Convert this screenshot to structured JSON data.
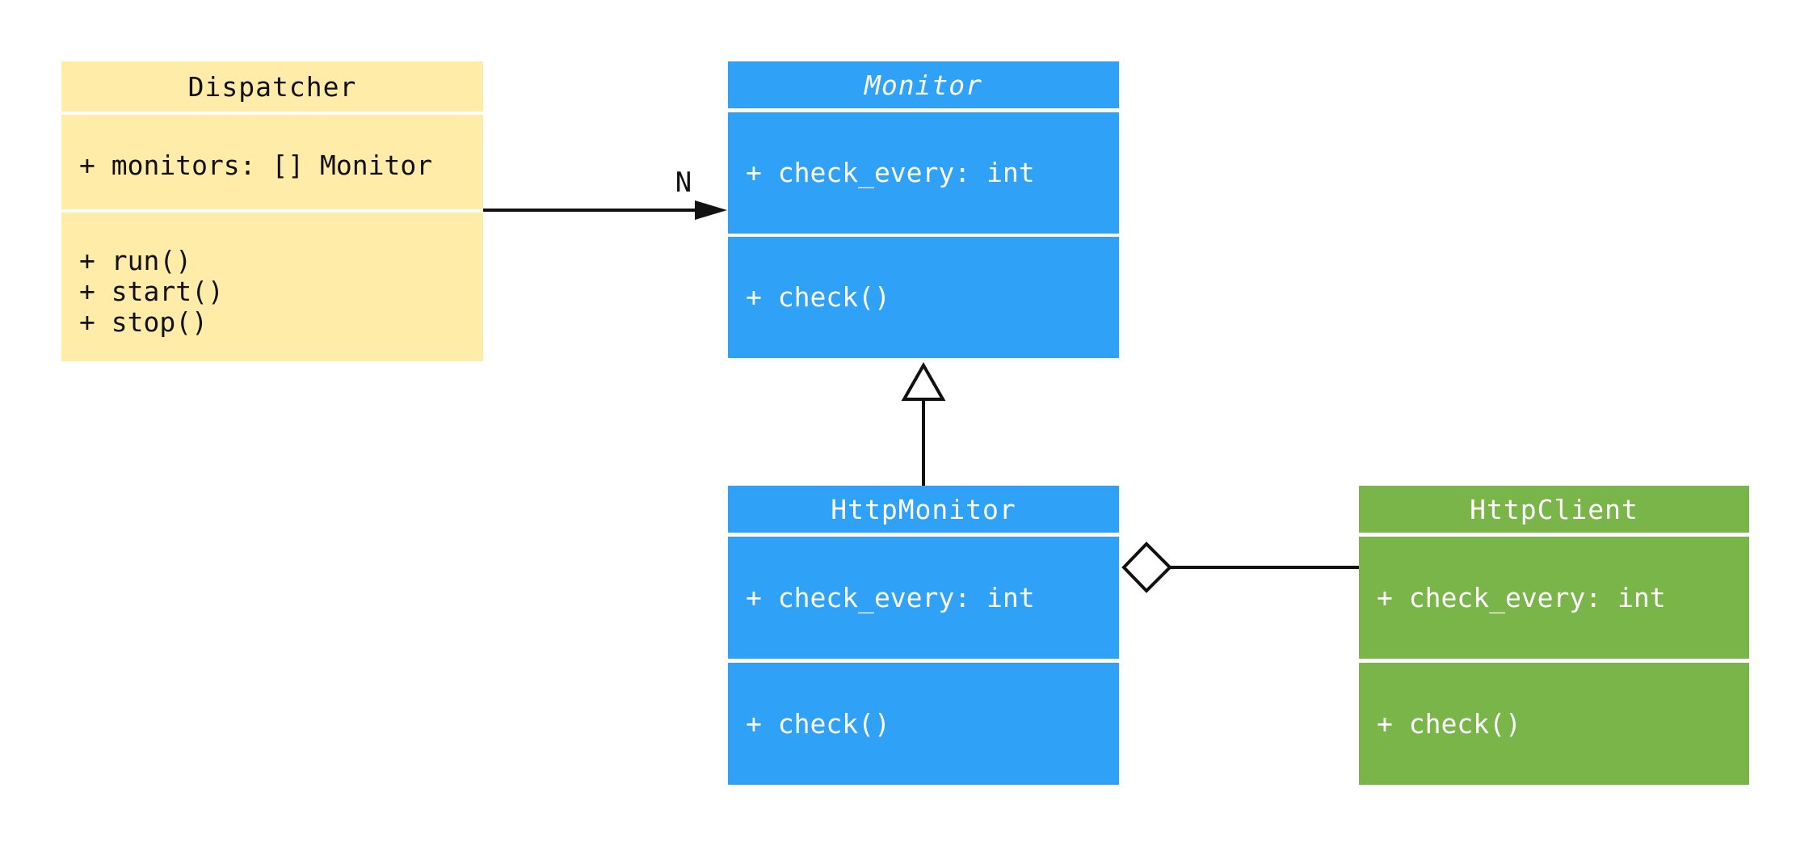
{
  "diagram": {
    "type": "uml-class-diagram",
    "background": "#ffffff",
    "line_color": "#111111",
    "classes": [
      {
        "name": "Dispatcher",
        "abstract": false,
        "attributes": [
          "+ monitors: [] Monitor"
        ],
        "methods": [
          "+ run()",
          "+ start()",
          "+ stop()"
        ],
        "colors": {
          "fill": "#FFECA8",
          "text": "#111111"
        }
      },
      {
        "name": "Monitor",
        "abstract": true,
        "attributes": [
          "+ check_every: int"
        ],
        "methods": [
          "+ check()"
        ],
        "colors": {
          "fill": "#2FA2F8",
          "text": "#ffffff"
        }
      },
      {
        "name": "HttpMonitor",
        "abstract": false,
        "attributes": [
          "+ check_every: int"
        ],
        "methods": [
          "+ check()"
        ],
        "colors": {
          "fill": "#2FA2F8",
          "text": "#ffffff"
        }
      },
      {
        "name": "HttpClient",
        "abstract": false,
        "attributes": [
          "+ check_every: int"
        ],
        "methods": [
          "+ check()"
        ],
        "colors": {
          "fill": "#7AB54A",
          "text": "#ffffff"
        }
      }
    ],
    "relationships": [
      {
        "type": "association",
        "from": "Dispatcher",
        "to": "Monitor",
        "label": "N"
      },
      {
        "type": "inheritance",
        "from": "HttpMonitor",
        "to": "Monitor",
        "label": ""
      },
      {
        "type": "aggregation",
        "from": "HttpMonitor",
        "to": "HttpClient",
        "label": ""
      }
    ]
  }
}
